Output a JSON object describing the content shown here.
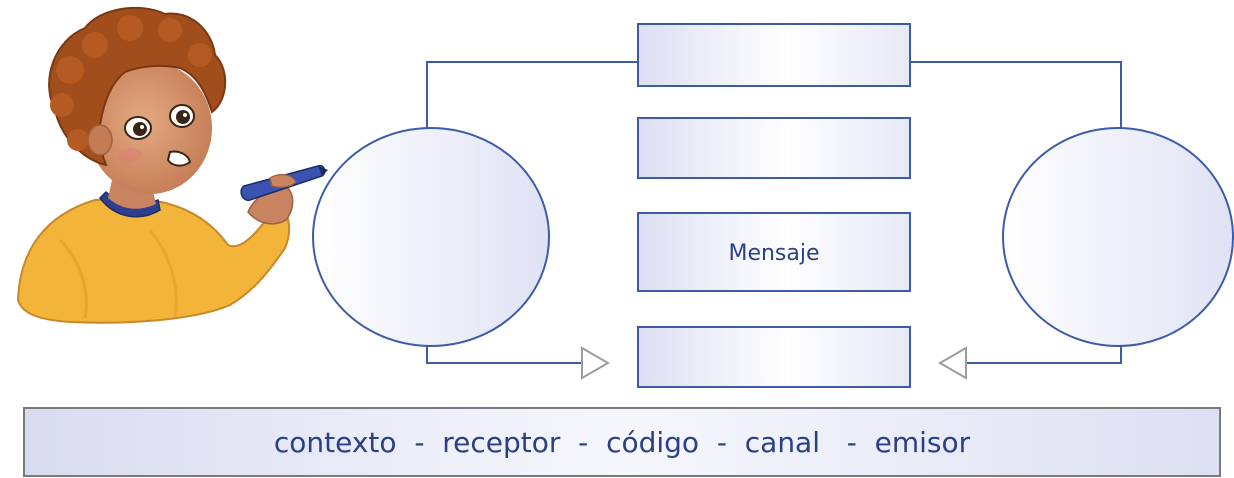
{
  "diagram": {
    "box_message_label": "Mensaje",
    "word_bank": "contexto  -  receptor  -  código  -  canal   -  emisor"
  },
  "colors": {
    "stroke": "#3c5ba8",
    "fill_start": "#ffffff",
    "fill_end": "#dcdff3",
    "text": "#2b3f86",
    "arrow_stroke": "#9c9c9c",
    "bank_stroke": "#7a7a7a"
  },
  "illustration": {
    "icon": "child-holding-marker-illustration"
  }
}
